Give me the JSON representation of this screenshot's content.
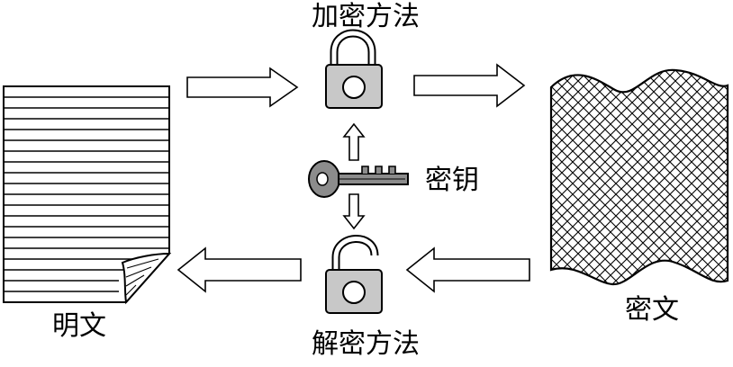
{
  "labels": {
    "encrypt_method": "加密方法",
    "key": "密钥",
    "plaintext": "明文",
    "ciphertext": "密文",
    "decrypt_method": "解密方法"
  },
  "colors": {
    "stroke": "#000000",
    "lock_body": "#c8c8c8",
    "key_fill": "#8c8c8c",
    "paper": "#ffffff",
    "background": "#ffffff"
  },
  "icons": {
    "plaintext_document": "lined-paper-icon",
    "ciphertext_document": "crosshatched-wavy-paper-icon",
    "encrypt_lock": "closed-padlock-icon",
    "decrypt_lock": "open-padlock-icon",
    "key": "key-icon"
  }
}
